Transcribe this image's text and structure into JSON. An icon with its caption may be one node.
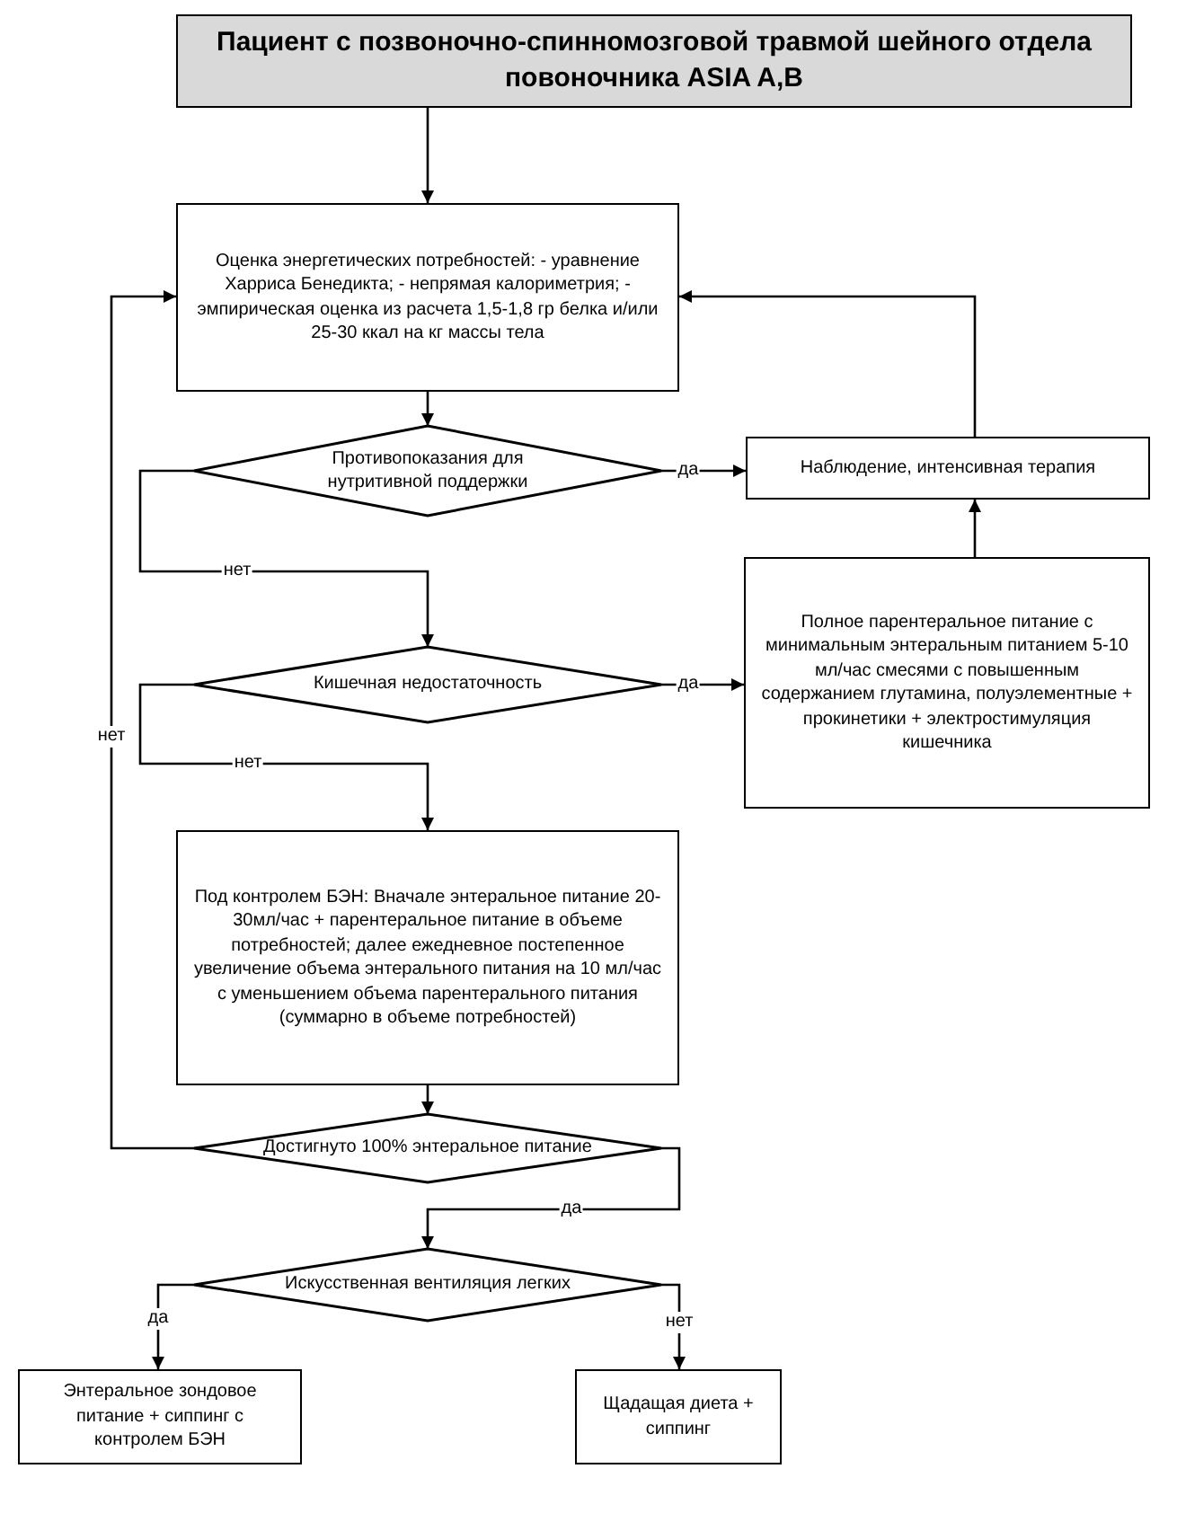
{
  "diagram": {
    "nodes": [
      {
        "text": [
          "Пациент с позвоночно-спинномозговой травмой шейного отдела повоночника ASIA A,B"
        ]
      },
      {
        "text": [
          "Оценка энергетических потребностей: - уравнение Харриса Бенедикта; - непрямая калориметрия; - эмпирическая оценка из расчета 1,5-1,8 гр белка и/или 25-30 ккал на кг массы тела"
        ]
      },
      {
        "text": [
          "Противопоказания для нутритивной поддержки"
        ]
      },
      {
        "text": [
          "Наблюдение, интенсивная терапия"
        ]
      },
      {
        "text": [
          "Полное парентеральное питание с минимальным энтеральным питанием 5-10 мл/час смесями с повышенным содержанием глутамина, полуэлементные + прокинетики + электростимуляция кишечника"
        ]
      },
      {
        "text": [
          "Кишечная недостаточность"
        ]
      },
      {
        "text": [
          "Под контролем БЭН: Вначале энтеральное питание 20-30мл/час + парентеральное питание в объеме потребностей; далее ежедневное постепенное увеличение объема энтерального питания на 10 мл/час с уменьшением объема парентерального питания (суммарно в объеме потребностей)"
        ]
      },
      {
        "text": [
          "Достигнуто 100% энтеральное питание"
        ]
      },
      {
        "text": [
          "Искусственная вентиляция легких"
        ]
      },
      {
        "text": [
          "Энтеральное зондовое питание + сиппинг с контролем БЭН"
        ]
      },
      {
        "text": [
          "Щадащая диета + сиппинг"
        ]
      }
    ],
    "edges": [
      {
        "from": 0,
        "to": 1,
        "arrow": "to"
      },
      {
        "from": 1,
        "to": 2,
        "arrow": "to"
      },
      {
        "from": 2,
        "to": 3,
        "arrow": "to",
        "label": "да"
      },
      {
        "from": 2,
        "to": 5,
        "arrow": "to",
        "label": "нет"
      },
      {
        "from": 3,
        "to": 1,
        "arrow": "to"
      },
      {
        "from": 4,
        "to": 3,
        "arrow": "to"
      },
      {
        "from": 5,
        "to": 4,
        "arrow": "to",
        "label": "да"
      },
      {
        "from": 5,
        "to": 6,
        "arrow": "to",
        "label": "нет"
      },
      {
        "from": 6,
        "to": 7,
        "arrow": "to"
      },
      {
        "from": 7,
        "to": 1,
        "arrow": "to",
        "label": "нет"
      },
      {
        "from": 7,
        "to": 8,
        "arrow": "to",
        "label": "да"
      },
      {
        "from": 8,
        "to": 9,
        "arrow": "to",
        "label": "да"
      },
      {
        "from": 8,
        "to": 10,
        "arrow": "to",
        "label": "нет"
      }
    ]
  }
}
